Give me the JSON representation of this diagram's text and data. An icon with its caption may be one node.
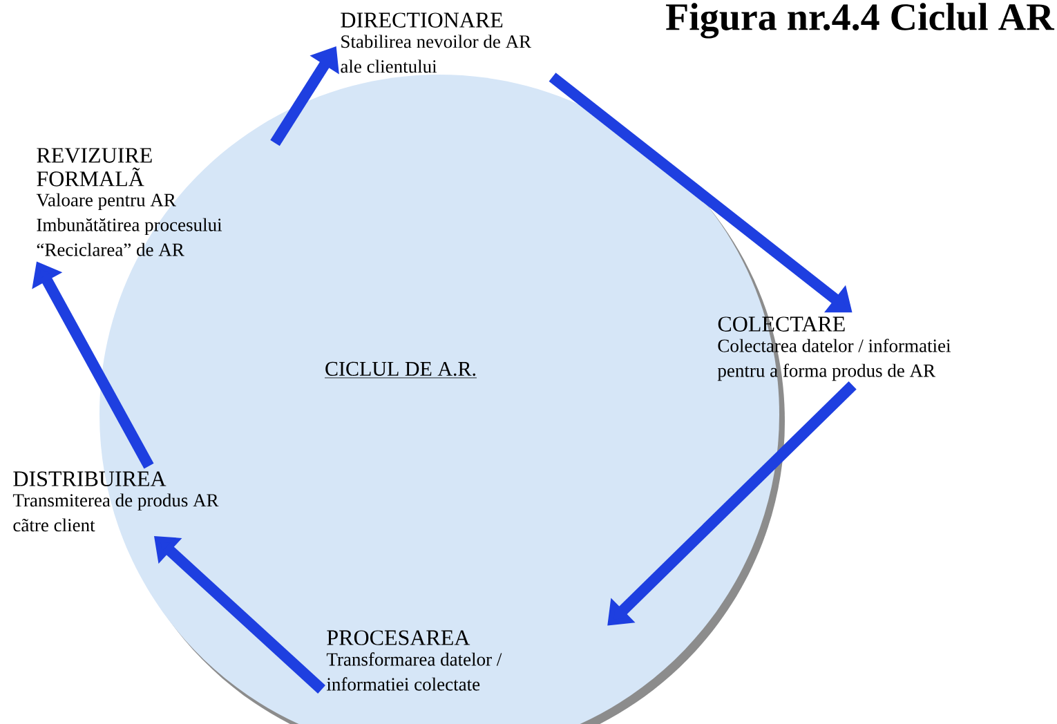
{
  "diagram": {
    "title": "Figura nr.4.4 Ciclul AR",
    "nodes": [
      {
        "text": [
          "DIRECTIONARE",
          "Stabilirea nevoilor de AR ale clientului"
        ]
      },
      {
        "text": [
          "COLECTARE",
          "Colectarea datelor / informatiei pentru a forma produs de AR"
        ]
      },
      {
        "text": [
          "PROCESAREA",
          "Transformarea datelor / informatiei colectate"
        ]
      },
      {
        "text": [
          "DISTRIBUIREA",
          "Transmiterea de produs AR cãtre client"
        ]
      },
      {
        "text": [
          "REVIZUIRE FORMALÃ",
          "Valoare pentru AR Imbunătătirea procesului “Reciclarea” de AR"
        ]
      }
    ],
    "labels": [
      "CICLUL DE A.R."
    ],
    "edges": [
      {
        "from": 0,
        "to": 1,
        "arrow": "to"
      },
      {
        "from": 1,
        "to": 2,
        "arrow": "to"
      },
      {
        "from": 2,
        "to": 3,
        "arrow": "to"
      },
      {
        "from": 3,
        "to": 4,
        "arrow": "to"
      },
      {
        "from": 4,
        "to": 0,
        "arrow": "to"
      }
    ]
  }
}
